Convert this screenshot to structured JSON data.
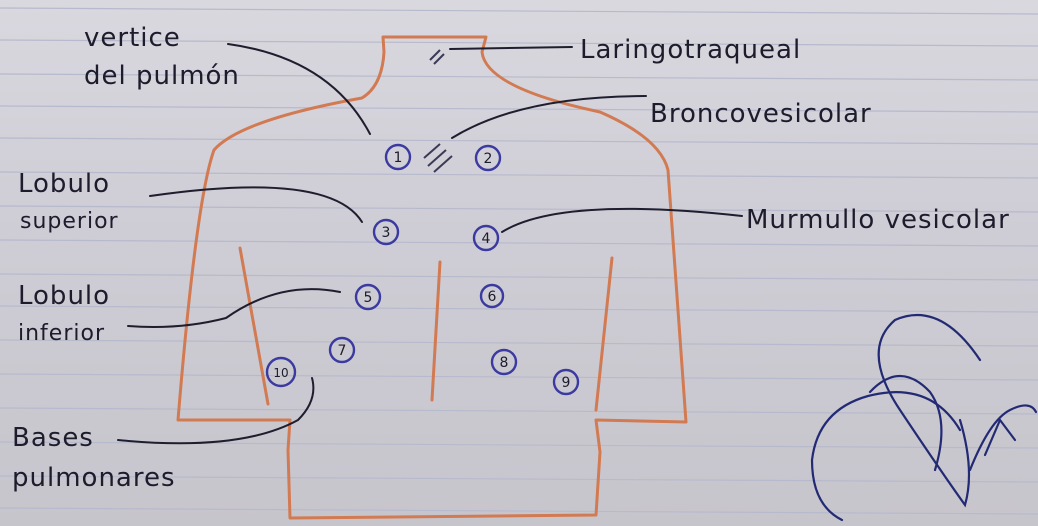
{
  "labels": {
    "vertice_line1": "vertice",
    "vertice_line2": "del pulmón",
    "laringotraqueal": "Laringotraqueal",
    "broncovesicular": "Broncovesicolar",
    "lobulo_superior_line1": "Lobulo",
    "lobulo_superior_line2": "superior",
    "murmullo_vesicular": "Murmullo vesicolar",
    "lobulo_inferior_line1": "Lobulo",
    "lobulo_inferior_line2": "inferior",
    "bases_line1": "Bases",
    "bases_line2": "pulmonares"
  },
  "points": [
    "1",
    "2",
    "3",
    "4",
    "5",
    "6",
    "7",
    "8",
    "9",
    "10"
  ],
  "colors": {
    "paper": "#d3d1d8",
    "ruling": "#b9bcd0",
    "body_outline": "#d27a52",
    "ink": "#1c1c2c",
    "circle_ink": "#3a3aa0",
    "signature_ink": "#232a74"
  }
}
